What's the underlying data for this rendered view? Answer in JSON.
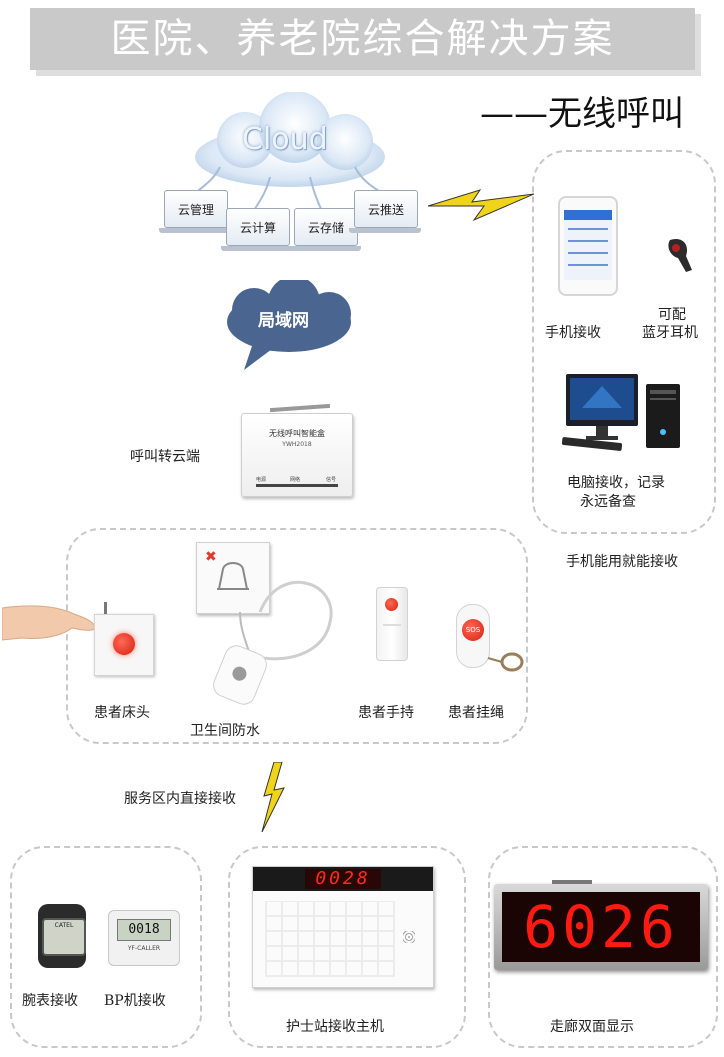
{
  "header": {
    "title": "医院、养老院综合解决方案",
    "subtitle": "——无线呼叫"
  },
  "cloud": {
    "label": "Cloud",
    "services": [
      "云管理",
      "云计算",
      "云存储",
      "云推送"
    ]
  },
  "lan": {
    "label": "局域网"
  },
  "gateway": {
    "label": "呼叫转云端",
    "device_title": "无线呼叫智能盒",
    "device_model": "YWH2018",
    "device_ports": [
      "电源",
      "网络",
      "信号"
    ]
  },
  "mobile_section": {
    "phone_label": "手机接收",
    "headset_label_line1": "可配",
    "headset_label_line2": "蓝牙耳机",
    "pc_label_line1": "电脑接收，记录",
    "pc_label_line2": "永远备查",
    "caption": "手机能用就能接收"
  },
  "devices": {
    "bedside": "患者床头",
    "bathroom": "卫生间防水",
    "handheld": "患者手持",
    "lanyard": "患者挂绳",
    "sos_text": "SOS"
  },
  "service_area": {
    "label": "服务区内直接接收"
  },
  "receivers": {
    "watch_label": "腕表接收",
    "watch_brand": "CATEL",
    "pager_label": "BP机接收",
    "pager_display": "0018",
    "pager_brand": "YF-CALLER",
    "host_label": "护士站接收主机",
    "host_display": "0028",
    "corridor_label": "走廊双面显示",
    "corridor_display": "6026"
  },
  "colors": {
    "banner_bg": "#c9c9c9",
    "dashed_border": "#c8c8c8",
    "bolt": "#f0d41a",
    "led_red": "#e8141a",
    "lan_blob": "#4a6690"
  }
}
